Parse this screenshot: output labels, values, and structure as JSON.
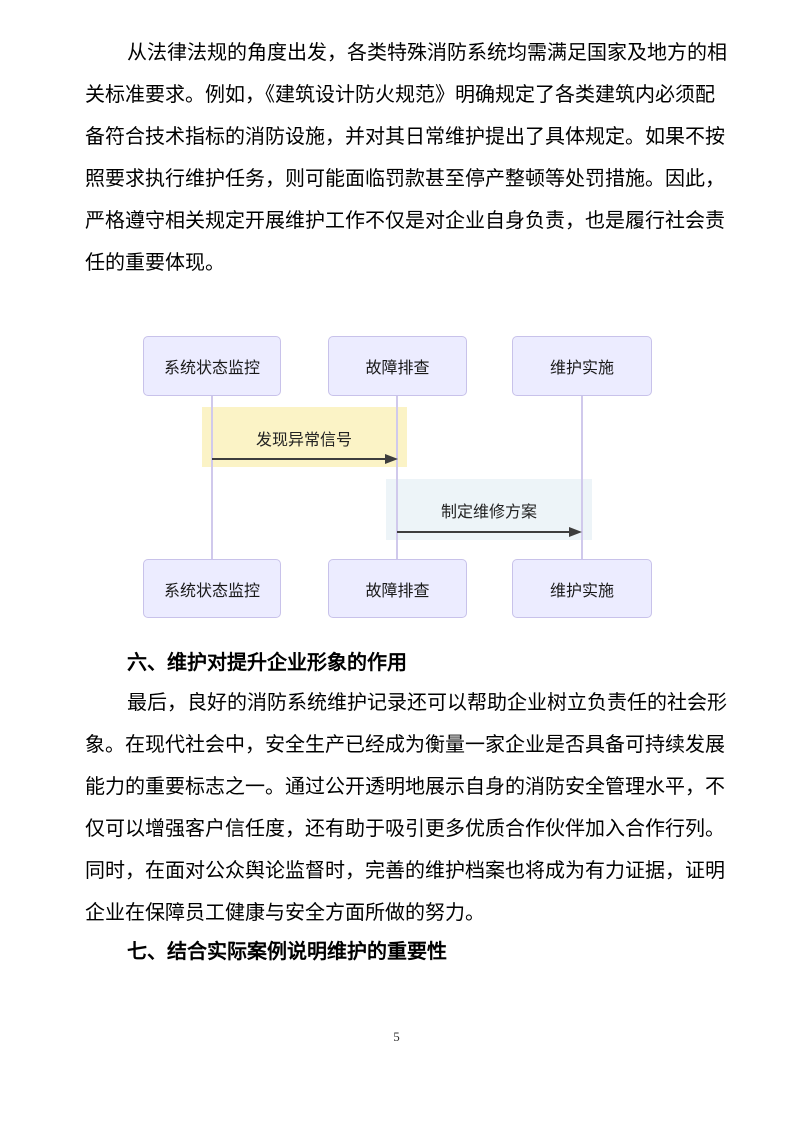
{
  "document": {
    "paragraph1": {
      "lines": [
        "从法律法规的角度出发，各类特殊消防系统均需满足国家及地方的相",
        "关标准要求。例如，《建筑设计防火规范》明确规定了各类建筑内必须配",
        "备符合技术指标的消防设施，并对其日常维护提出了具体规定。如果不按",
        "照要求执行维护任务，则可能面临罚款甚至停产整顿等处罚措施。因此，",
        "严格遵守相关规定开展维护工作不仅是对企业自身负责，也是履行社会责",
        "任的重要体现。"
      ]
    },
    "heading_six": "六、维护对提升企业形象的作用",
    "paragraph2": {
      "lines": [
        "最后，良好的消防系统维护记录还可以帮助企业树立负责任的社会形",
        "象。在现代社会中，安全生产已经成为衡量一家企业是否具备可持续发展",
        "能力的重要标志之一。通过公开透明地展示自身的消防安全管理水平，不",
        "仅可以增强客户信任度，还有助于吸引更多优质合作伙伴加入合作行列。",
        "同时，在面对公众舆论监督时，完善的维护档案也将成为有力证据，证明",
        "企业在保障员工健康与安全方面所做的努力。"
      ]
    },
    "heading_seven": "七、结合实际案例说明维护的重要性",
    "page_number": "5"
  },
  "diagram": {
    "type": "sequence",
    "actors": [
      "系统状态监控",
      "故障排查",
      "维护实施"
    ],
    "messages": [
      {
        "from": "系统状态监控",
        "to": "故障排查",
        "label": "发现异常信号",
        "highlight_color": "#FBF3C6"
      },
      {
        "from": "故障排查",
        "to": "维护实施",
        "label": "制定维修方案",
        "highlight_color": "#EDF4F8"
      }
    ],
    "colors": {
      "actor_fill": "#ECECFF",
      "actor_border": "#C8C2EA",
      "lifeline": "#D0C9EC",
      "arrow": "#3d3d3d"
    }
  }
}
